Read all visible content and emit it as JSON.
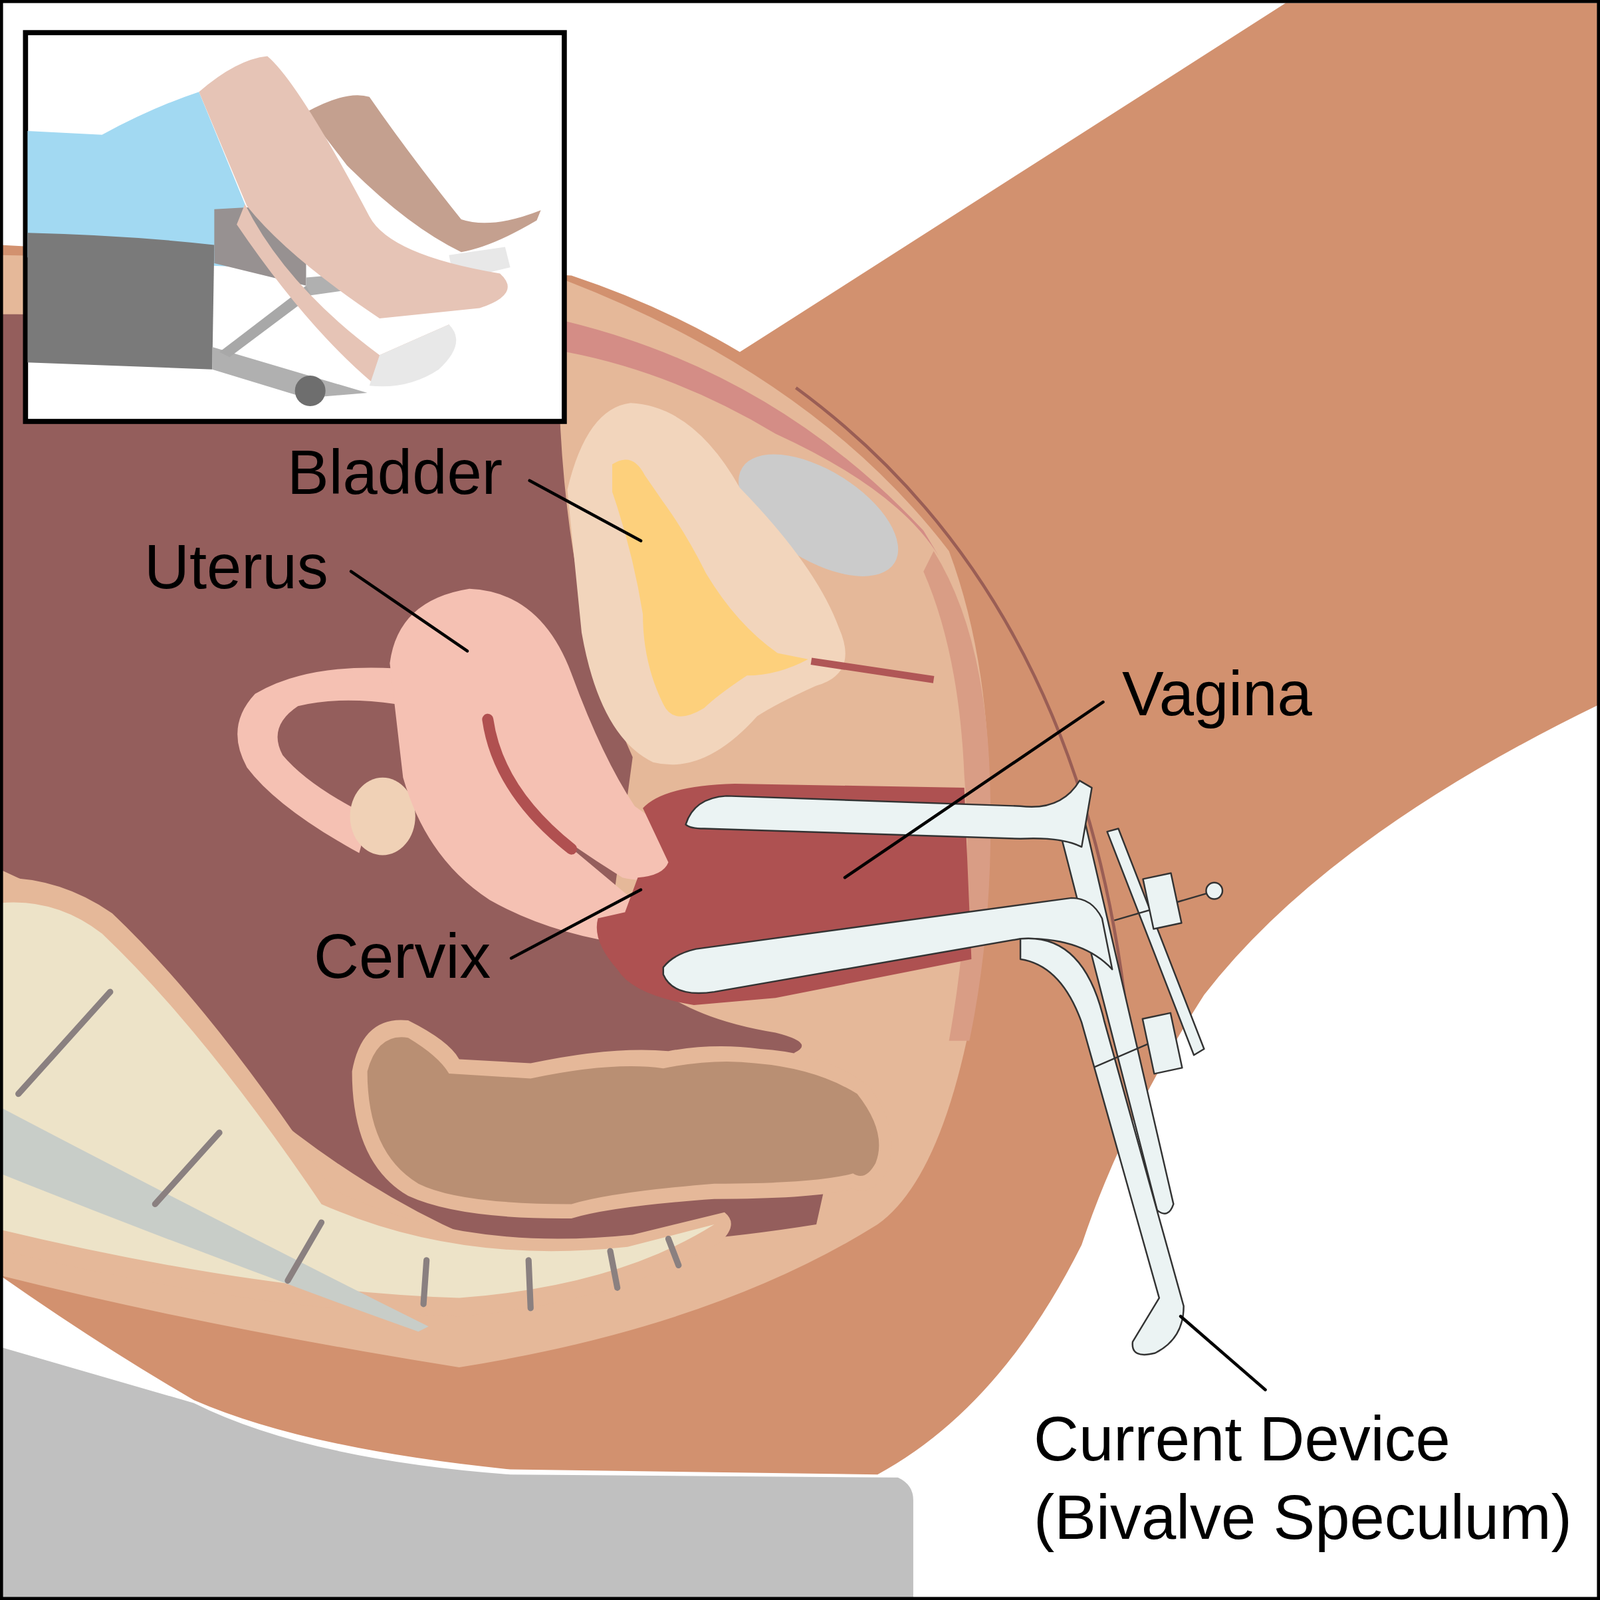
{
  "diagram": {
    "labels": [
      "Bladder",
      "Uterus",
      "Vagina",
      "Cervix",
      "Current Device (Bivalve Speculum)"
    ]
  }
}
